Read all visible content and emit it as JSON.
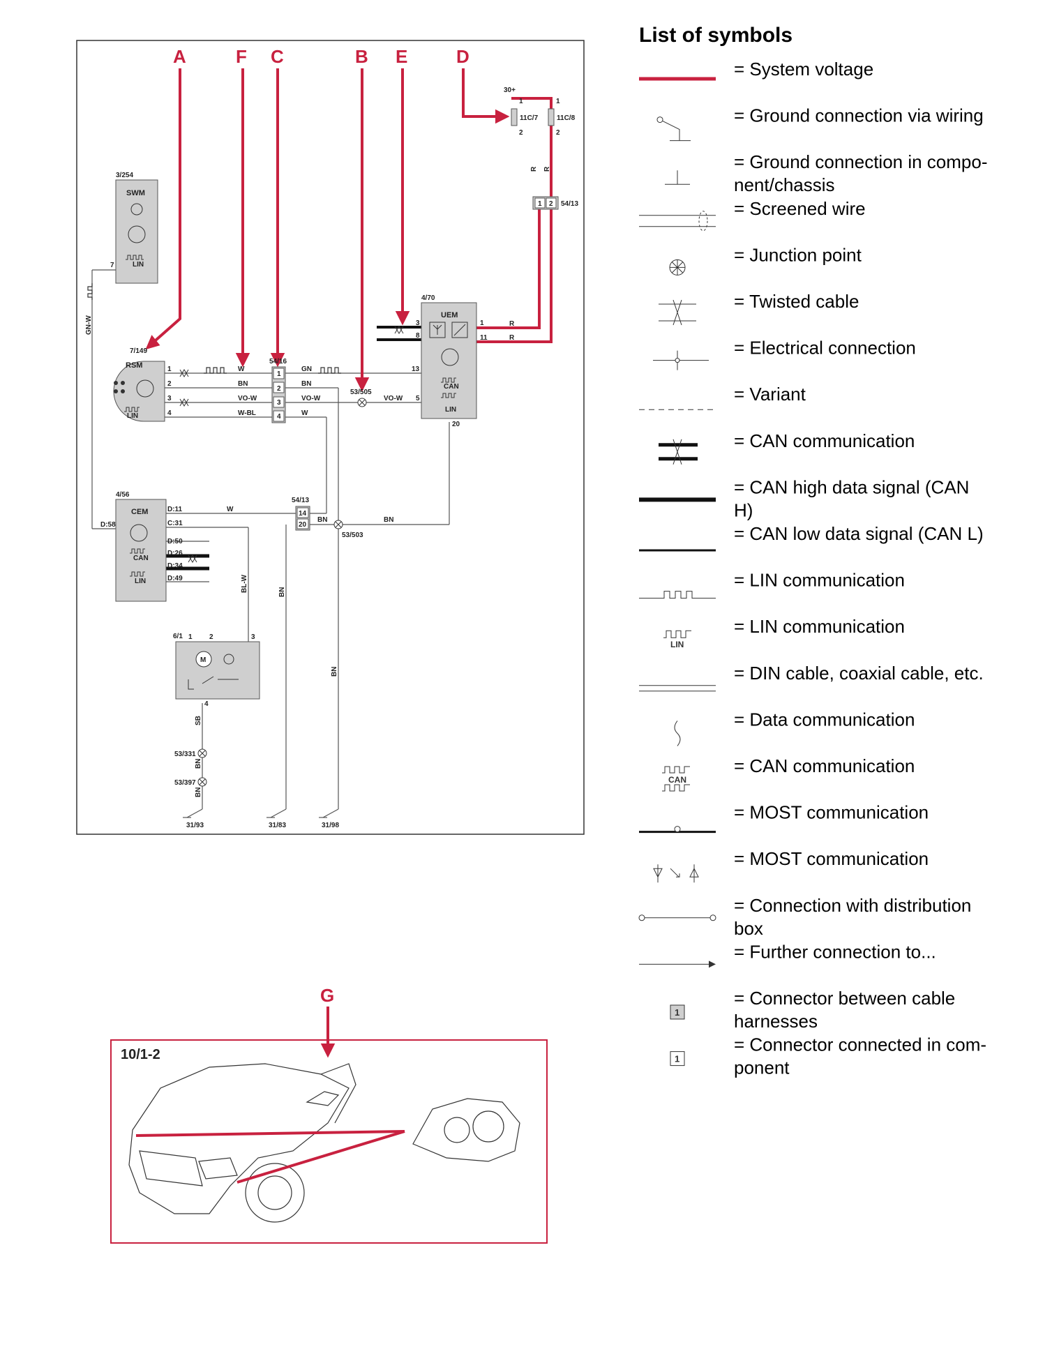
{
  "colors": {
    "accent": "#c8213f",
    "wire": "#555555",
    "module_fill": "#cfcfcf"
  },
  "legend": {
    "title": "List of symbols",
    "items": [
      {
        "icon": "system-voltage-icon",
        "lines": [
          "= System voltage"
        ]
      },
      {
        "icon": "ground-via-wiring-icon",
        "lines": [
          "= Ground connection via wiring"
        ]
      },
      {
        "icon": "ground-component-icon",
        "lines": [
          "= Ground connection in compo-",
          "nent/chassis"
        ]
      },
      {
        "icon": "screened-wire-icon",
        "lines": [
          "= Screened wire"
        ]
      },
      {
        "icon": "junction-point-icon",
        "lines": [
          "= Junction point"
        ]
      },
      {
        "icon": "twisted-cable-icon",
        "lines": [
          "= Twisted cable"
        ]
      },
      {
        "icon": "electrical-connection-icon",
        "lines": [
          "= Electrical connection"
        ]
      },
      {
        "icon": "variant-icon",
        "lines": [
          "= Variant"
        ]
      },
      {
        "icon": "can-communication-icon",
        "lines": [
          "= CAN communication"
        ]
      },
      {
        "icon": "can-high-icon",
        "lines": [
          "= CAN high data signal (CAN",
          "H)"
        ]
      },
      {
        "icon": "can-low-icon",
        "lines": [
          "= CAN low data signal (CAN L)"
        ]
      },
      {
        "icon": "lin-line-icon",
        "lines": [
          "= LIN communication"
        ]
      },
      {
        "icon": "lin-symbol-icon",
        "lines": [
          "= LIN communication"
        ]
      },
      {
        "icon": "din-cable-icon",
        "lines": [
          "= DIN cable, coaxial cable, etc."
        ]
      },
      {
        "icon": "data-communication-icon",
        "lines": [
          "= Data communication"
        ]
      },
      {
        "icon": "can-symbol-icon",
        "lines": [
          "= CAN communication"
        ]
      },
      {
        "icon": "most-line-icon",
        "lines": [
          "= MOST communication"
        ]
      },
      {
        "icon": "most-symbol-icon",
        "lines": [
          "= MOST communication"
        ]
      },
      {
        "icon": "distribution-box-icon",
        "lines": [
          "= Connection with distribution",
          "box"
        ]
      },
      {
        "icon": "further-connection-icon",
        "lines": [
          "= Further connection to..."
        ]
      },
      {
        "icon": "connector-harness-icon",
        "lines": [
          "= Connector between cable",
          "harnesses"
        ]
      },
      {
        "icon": "connector-component-icon",
        "lines": [
          "= Connector connected in com-",
          "ponent"
        ]
      }
    ],
    "icon_labels": {
      "lin": "LIN",
      "can": "CAN",
      "pin": "1"
    }
  },
  "diagram": {
    "pointer_letters": {
      "A": "A",
      "F": "F",
      "C": "C",
      "B": "B",
      "E": "E",
      "D": "D",
      "G": "G"
    },
    "modules": {
      "swm": {
        "id": "3/254",
        "name": "SWM",
        "pin": "7",
        "lin": "LIN"
      },
      "rsm": {
        "id": "7/149",
        "name": "RSM",
        "lin": "LIN",
        "pins": [
          "1",
          "2",
          "3",
          "4"
        ]
      },
      "uem": {
        "id": "4/70",
        "name": "UEM",
        "can": "CAN",
        "lin": "LIN",
        "pins": [
          "3",
          "8",
          "1",
          "11",
          "13",
          "5",
          "20"
        ]
      },
      "cem": {
        "id": "4/56",
        "name": "CEM",
        "can": "CAN",
        "lin": "LIN",
        "pins": [
          "D:11",
          "C:31",
          "D:58",
          "D:50",
          "D:26",
          "D:34",
          "D:49"
        ]
      },
      "motor": {
        "id": "6/1",
        "pins": [
          "1",
          "2",
          "3",
          "4"
        ]
      }
    },
    "connectors": {
      "c5416": {
        "id": "54/16",
        "pins": [
          "1",
          "2",
          "3",
          "4"
        ]
      },
      "c5413a": {
        "id": "54/13",
        "pins": [
          "1",
          "2"
        ]
      },
      "c5413b": {
        "id": "54/13",
        "pins": [
          "14",
          "20"
        ]
      }
    },
    "fuses": {
      "f7": "11C/7",
      "f8": "11C/8",
      "supply": "30+",
      "pins": [
        "1",
        "2"
      ]
    },
    "junctions": {
      "j505": "53/505",
      "j503": "53/503",
      "j331": "53/331",
      "j397": "53/397"
    },
    "grounds": {
      "g1": "31/93",
      "g2": "31/83",
      "g3": "31/98"
    },
    "wire_colors": {
      "gnw": "GN-W",
      "w": "W",
      "bn": "BN",
      "vow": "VO-W",
      "wbl": "W-BL",
      "gn": "GN",
      "r": "R",
      "blw": "BL-W",
      "sb": "SB"
    },
    "inset": {
      "id": "10/1-2"
    }
  }
}
